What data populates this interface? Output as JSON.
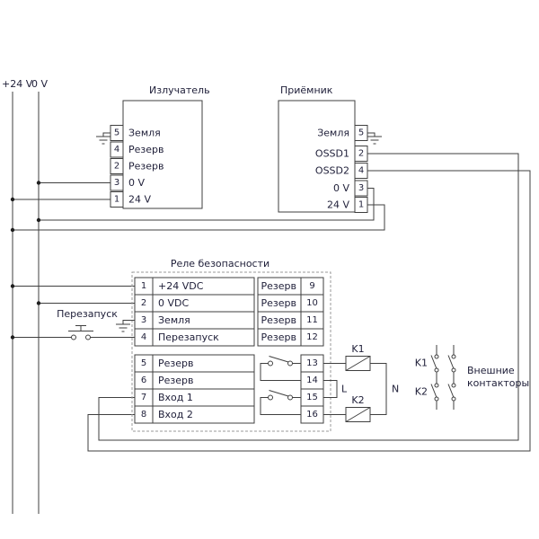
{
  "power": {
    "v24_label": "+24 V",
    "v0_label": "0 V"
  },
  "emitter": {
    "title": "Излучатель",
    "pins": [
      {
        "num": "5",
        "label": "Земля"
      },
      {
        "num": "4",
        "label": "Резерв"
      },
      {
        "num": "2",
        "label": "Резерв"
      },
      {
        "num": "3",
        "label": "0 V"
      },
      {
        "num": "1",
        "label": "24 V"
      }
    ]
  },
  "receiver": {
    "title": "Приёмник",
    "pins": [
      {
        "num": "5",
        "label": "Земля"
      },
      {
        "num": "2",
        "label": "OSSD1"
      },
      {
        "num": "4",
        "label": "OSSD2"
      },
      {
        "num": "3",
        "label": "0 V"
      },
      {
        "num": "1",
        "label": "24 V"
      }
    ]
  },
  "relay": {
    "title": "Реле безопасности",
    "left_top": [
      {
        "num": "1",
        "label": "+24 VDC"
      },
      {
        "num": "2",
        "label": "0 VDC"
      },
      {
        "num": "3",
        "label": "Земля"
      },
      {
        "num": "4",
        "label": "Перезапуск"
      }
    ],
    "left_bottom": [
      {
        "num": "5",
        "label": "Резерв"
      },
      {
        "num": "6",
        "label": "Резерв"
      },
      {
        "num": "7",
        "label": "Вход 1"
      },
      {
        "num": "8",
        "label": "Вход 2"
      }
    ],
    "right_top": [
      {
        "num": "9",
        "label": "Резерв"
      },
      {
        "num": "10",
        "label": "Резерв"
      },
      {
        "num": "11",
        "label": "Резерв"
      },
      {
        "num": "12",
        "label": "Резерв"
      }
    ],
    "right_bottom": [
      {
        "num": "13"
      },
      {
        "num": "14"
      },
      {
        "num": "15"
      },
      {
        "num": "16"
      }
    ]
  },
  "restart": {
    "label": "Перезапуск"
  },
  "coils": {
    "k1": "K1",
    "k2": "K2"
  },
  "mains": {
    "l": "L",
    "n": "N"
  },
  "external": {
    "k1": "K1",
    "k2": "K2",
    "line1": "Внешние",
    "line2": "контакторы"
  },
  "colors": {
    "wire": "#3f3f3f",
    "text": "#1e1e38",
    "dashed_border": "#9a9a9a",
    "background": "#ffffff"
  }
}
